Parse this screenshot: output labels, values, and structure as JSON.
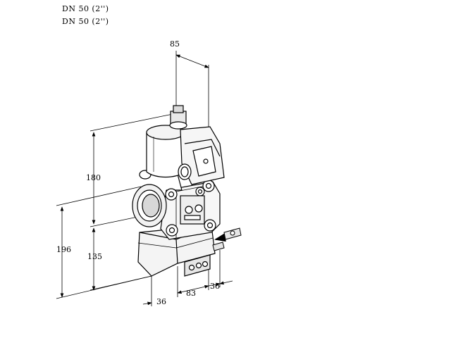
{
  "header": {
    "line1": "DN 50 (2'')",
    "line2": "DN 50 (2'')"
  },
  "dimensions": {
    "top_width": "85",
    "height_upper": "180",
    "height_total": "196",
    "height_lower": "135",
    "bottom_left": "36",
    "bottom_mid": "83",
    "bottom_right": "36"
  }
}
